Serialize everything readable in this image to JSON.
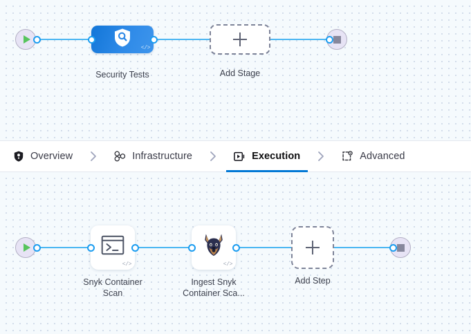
{
  "colors": {
    "canvas_bg": "#f5fafd",
    "grid_dot": "#ccd7e6",
    "wire": "#4ab6f2",
    "connector_dot": "#1a9cf0",
    "stage_gradient_from": "#1276d8",
    "stage_gradient_to": "#3e95ec",
    "active_tab_underline": "#0278d5",
    "start_play": "#57c45d",
    "stop_square": "#87879c",
    "terminal_fill": "#e7e3f5",
    "dashed_border": "#7d8398",
    "tabbar_bg": "#ffffff",
    "tabbar_border": "#e3e8ef"
  },
  "tabs": [
    {
      "id": "overview",
      "label": "Overview",
      "icon": "shield-icon",
      "active": false
    },
    {
      "id": "infrastructure",
      "label": "Infrastructure",
      "icon": "nodes-icon",
      "active": false
    },
    {
      "id": "execution",
      "label": "Execution",
      "icon": "play-box-icon",
      "active": true
    },
    {
      "id": "advanced",
      "label": "Advanced",
      "icon": "dashed-gear-icon",
      "active": false
    }
  ],
  "tab_separator_icon": "chevron-right-icon",
  "stage_canvas": {
    "start_node": {
      "icon": "play-icon",
      "label": ""
    },
    "end_node": {
      "icon": "stop-icon",
      "label": ""
    },
    "stages": [
      {
        "id": "security-tests",
        "label": "Security Tests",
        "icon": "shield-search-icon",
        "badge": "</>"
      }
    ],
    "add_stage": {
      "label": "Add Stage",
      "icon": "plus-icon"
    }
  },
  "step_canvas": {
    "start_node": {
      "icon": "play-icon",
      "label": ""
    },
    "end_node": {
      "icon": "stop-icon",
      "label": ""
    },
    "steps": [
      {
        "id": "snyk-container-scan",
        "label": "Snyk Container\nScan",
        "icon": "terminal-icon",
        "badge": "</>"
      },
      {
        "id": "ingest-snyk-container-scan",
        "label": "Ingest Snyk\nContainer Sca...",
        "icon": "snyk-dog-icon",
        "badge": "</>"
      }
    ],
    "add_step": {
      "label": "Add Step",
      "icon": "plus-icon"
    }
  }
}
